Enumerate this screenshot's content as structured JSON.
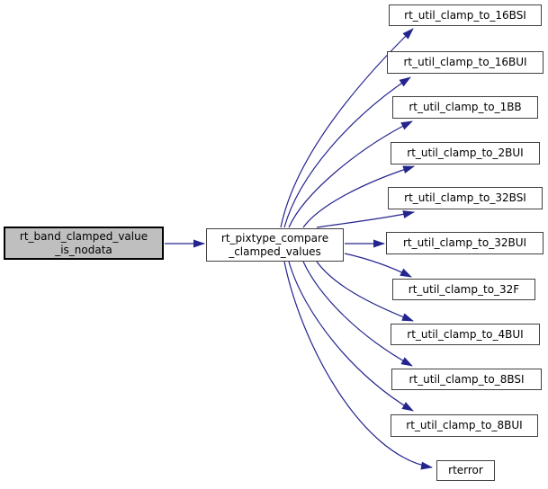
{
  "graph": {
    "type": "doxygen-call-graph",
    "root": {
      "lines": [
        "rt_band_clamped_value",
        "_is_nodata"
      ]
    },
    "caller": {
      "lines": [
        "rt_pixtype_compare",
        "_clamped_values"
      ]
    },
    "callees": [
      {
        "label": "rt_util_clamp_to_16BSI"
      },
      {
        "label": "rt_util_clamp_to_16BUI"
      },
      {
        "label": "rt_util_clamp_to_1BB"
      },
      {
        "label": "rt_util_clamp_to_2BUI"
      },
      {
        "label": "rt_util_clamp_to_32BSI"
      },
      {
        "label": "rt_util_clamp_to_32BUI"
      },
      {
        "label": "rt_util_clamp_to_32F"
      },
      {
        "label": "rt_util_clamp_to_4BUI"
      },
      {
        "label": "rt_util_clamp_to_8BSI"
      },
      {
        "label": "rt_util_clamp_to_8BUI"
      },
      {
        "label": "rterror"
      }
    ],
    "colors": {
      "edge": "#24248f",
      "root_fill": "#bfbfbf",
      "node_fill": "#ffffff",
      "node_border": "#404040",
      "root_border": "#000000",
      "text": "#000000"
    }
  }
}
